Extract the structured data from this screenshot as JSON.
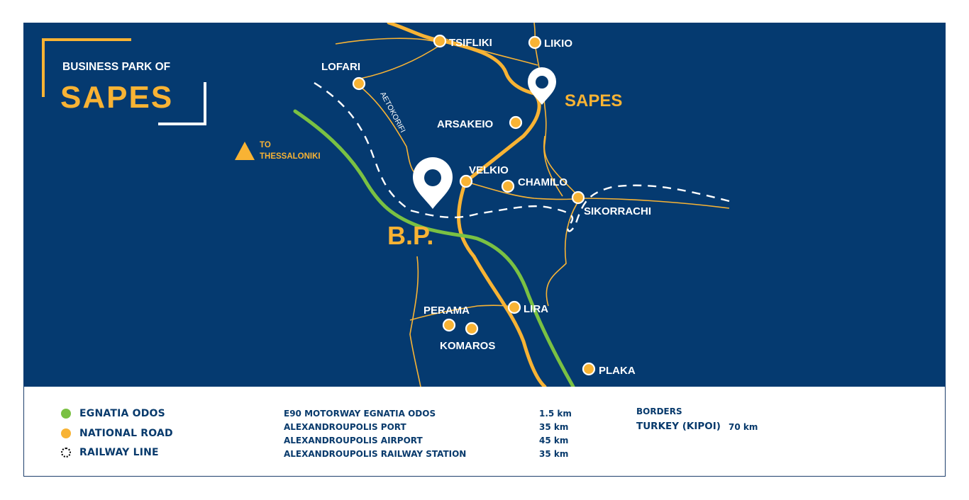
{
  "title": {
    "line1": "BUSINESS PARK OF",
    "line2": "SAPES"
  },
  "colors": {
    "background": "#053a70",
    "national_road": "#f8b334",
    "egnatia": "#7ac143",
    "railway": "#ffffff",
    "text_dark": "#083a6c"
  },
  "map": {
    "to_thessaloniki": {
      "line1": "TO",
      "line2": "THESSALONIKI",
      "icon": "triangle-icon"
    },
    "main_marker": {
      "label": "SAPES",
      "icon": "map-pin-icon"
    },
    "bp_marker": {
      "label": "B.P.",
      "icon": "map-pin-icon"
    },
    "road_label": "AETOKORIFI",
    "towns": [
      "TSIFLIKI",
      "LIKIO",
      "LOFARI",
      "ARSAKEIO",
      "VELKIO",
      "CHAMILO",
      "SIKORRACHI",
      "PERAMA",
      "LIRA",
      "KOMAROS",
      "PLAKA"
    ]
  },
  "legend": {
    "items": [
      {
        "label": "EGNATIA ODOS",
        "color": "#7ac143",
        "icon": "green-dot-icon"
      },
      {
        "label": "NATIONAL ROAD",
        "color": "#f8b334",
        "icon": "yellow-dot-icon"
      },
      {
        "label": "RAILWAY LINE",
        "color": "#000000",
        "icon": "dashed-circle-icon"
      }
    ]
  },
  "distances": [
    {
      "label": "E90 MOTORWAY EGNATIA ODOS",
      "value": "1.5 km"
    },
    {
      "label": "ALEXANDROUPOLIS PORT",
      "value": "35 km"
    },
    {
      "label": "ALEXANDROUPOLIS AIRPORT",
      "value": "45 km"
    },
    {
      "label": "ALEXANDROUPOLIS RAILWAY STATION",
      "value": "35 km"
    }
  ],
  "borders": {
    "heading": "BORDERS",
    "name": "TURKEY (KIPOI)",
    "value": "70 km"
  }
}
